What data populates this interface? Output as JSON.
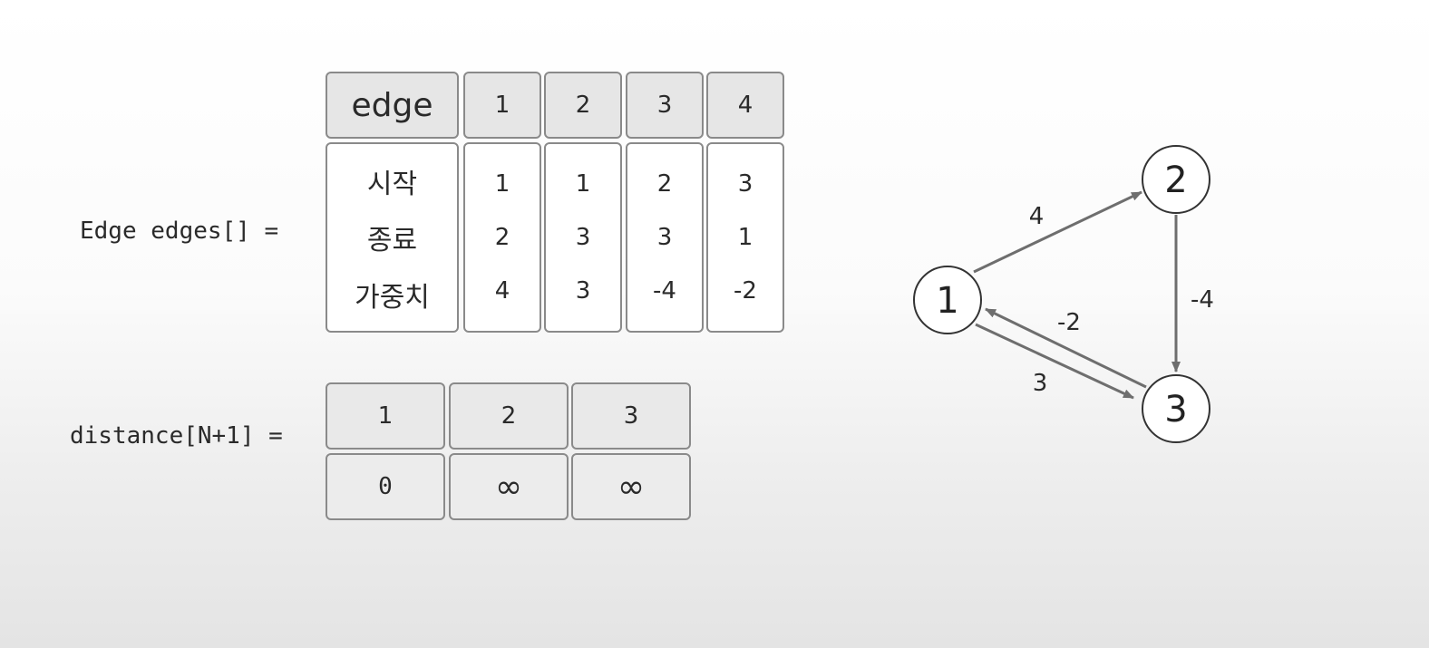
{
  "edges_label": "Edge edges[] =",
  "distance_label": "distance[N+1] =",
  "edges_table": {
    "header": [
      "edge",
      "1",
      "2",
      "3",
      "4"
    ],
    "row_labels": [
      "시작",
      "종료",
      "가중치"
    ],
    "columns": [
      [
        "1",
        "2",
        "4"
      ],
      [
        "1",
        "3",
        "3"
      ],
      [
        "2",
        "3",
        "-4"
      ],
      [
        "3",
        "1",
        "-2"
      ]
    ]
  },
  "distance_table": {
    "header": [
      "1",
      "2",
      "3"
    ],
    "values": [
      "0",
      "∞",
      "∞"
    ]
  },
  "graph": {
    "nodes": [
      "1",
      "2",
      "3"
    ],
    "edges": [
      {
        "from": "1",
        "to": "2",
        "weight": "4"
      },
      {
        "from": "2",
        "to": "3",
        "weight": "-4"
      },
      {
        "from": "3",
        "to": "1",
        "weight": "-2"
      },
      {
        "from": "1",
        "to": "3",
        "weight": "3"
      }
    ]
  }
}
